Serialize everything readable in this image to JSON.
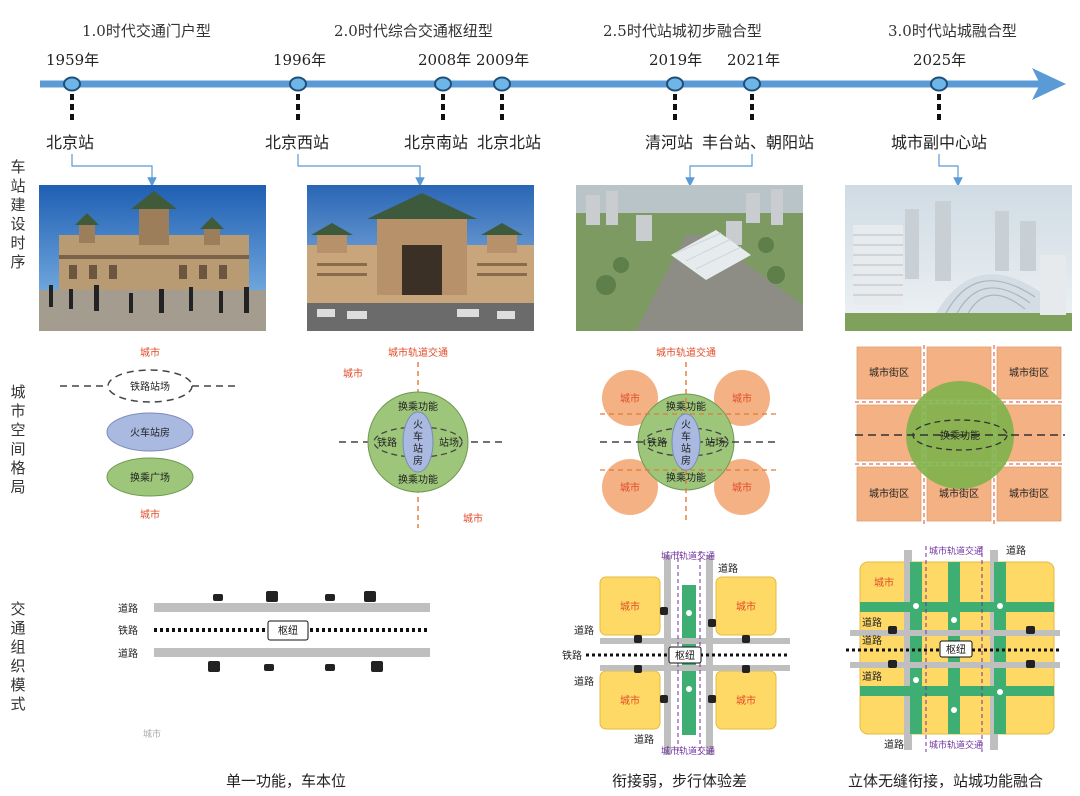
{
  "eras": [
    {
      "label": "1.0时代交通门户型"
    },
    {
      "label": "2.0时代综合交通枢纽型"
    },
    {
      "label": "2.5时代站城初步融合型"
    },
    {
      "label": "3.0时代站城融合型"
    }
  ],
  "milestones": [
    {
      "year": "1959年",
      "station": "北京站"
    },
    {
      "year": "1996年",
      "station": "北京西站"
    },
    {
      "year": "2008年",
      "station": "北京南站"
    },
    {
      "year": "2009年",
      "station": "北京北站"
    },
    {
      "year": "2019年",
      "station": "清河站"
    },
    {
      "year": "2021年",
      "station": "丰台站、朝阳站"
    },
    {
      "year": "2025年",
      "station": "城市副中心站"
    }
  ],
  "row_labels": {
    "row1": "车站建设时序",
    "row2": "城市空间格局",
    "row3": "交通组织模式"
  },
  "spatial": {
    "city": "城市",
    "rail_station_plaza": "铁路站场",
    "train_station_building": "火车站房",
    "transfer_plaza": "换乘广场",
    "urban_rail_transit": "城市轨道交通",
    "transfer_function": "换乘功能",
    "railway": "铁路",
    "station_field": "站场",
    "station_house_vertical": "火车站房",
    "city_block": "城市街区"
  },
  "traffic": {
    "road": "道路",
    "railway": "铁路",
    "hub": "枢纽",
    "city": "城市",
    "urban_rail_transit": "城市轨道交通"
  },
  "captions": [
    "单一功能，车本位",
    "衔接弱，步行体验差",
    "立体无缝衔接，站城功能融合"
  ],
  "colors": {
    "timeline": "#5b9bd5",
    "green": "#9dc67a",
    "blue_ellipse": "#aab9e0",
    "orange_circle": "#f4b183",
    "block": "#f4b183",
    "yellow": "#ffd966",
    "walk_green": "#3fae72",
    "purple": "#7030a0",
    "red": "#e04b28"
  }
}
